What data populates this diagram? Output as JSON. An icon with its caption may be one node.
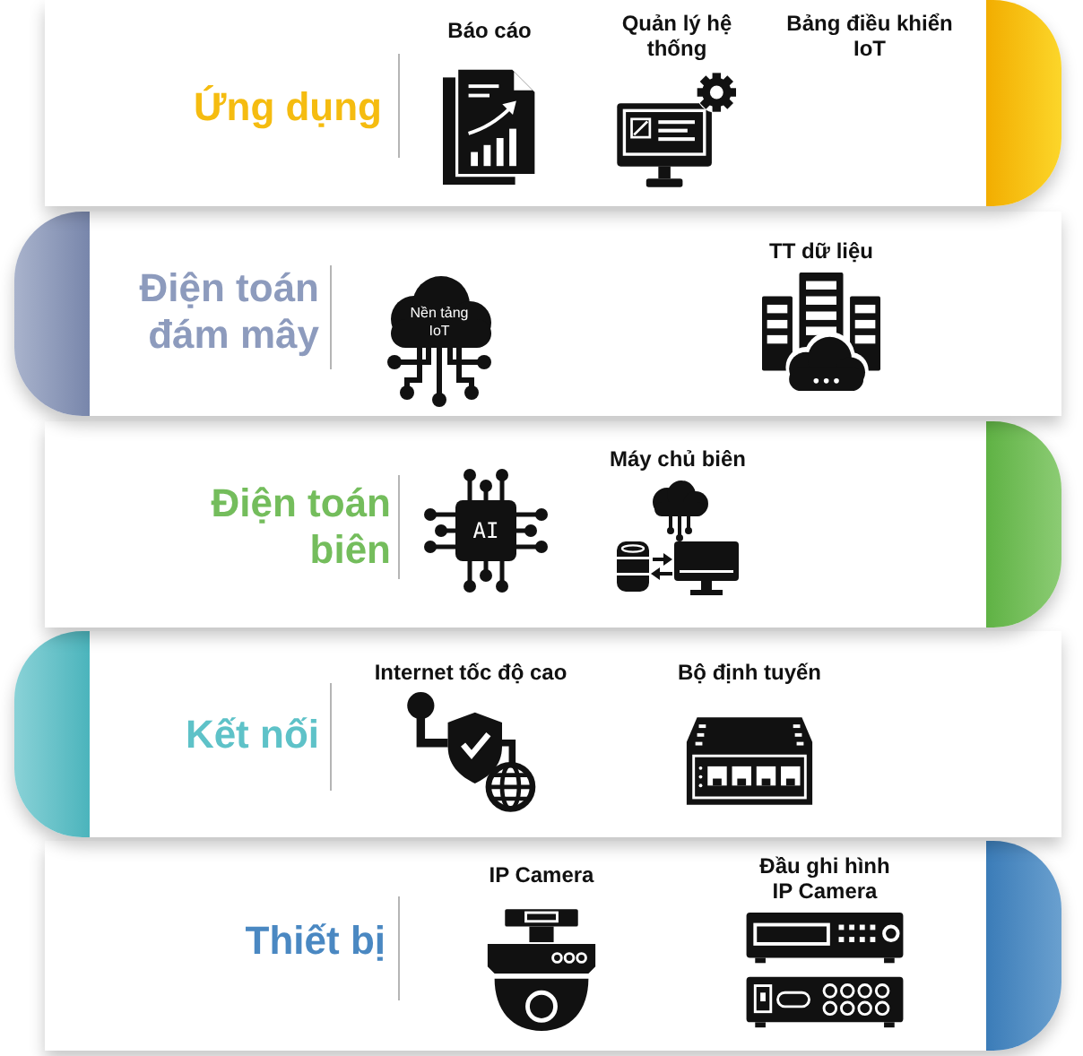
{
  "diagram": {
    "nodes": [
      {
        "text": [
          "Ứng dụng"
        ]
      },
      {
        "text": [
          "Báo cáo"
        ],
        "in": 0
      },
      {
        "text": [
          "Quản lý hệ thống"
        ],
        "in": 0
      },
      {
        "text": [
          "Bảng điều khiển IoT"
        ],
        "in": 0
      },
      {
        "text": [
          "Điện toán đám mây"
        ]
      },
      {
        "text": [
          "Nền tảng IoT"
        ],
        "in": 4
      },
      {
        "text": [
          "TT dữ liệu"
        ],
        "in": 4
      },
      {
        "text": [
          "Điện toán biên"
        ]
      },
      {
        "text": [
          "AI"
        ],
        "in": 7
      },
      {
        "text": [
          "Máy chủ biên"
        ],
        "in": 7
      },
      {
        "text": [
          "Kết nối"
        ]
      },
      {
        "text": [
          "Internet tốc độ cao"
        ],
        "in": 10
      },
      {
        "text": [
          "Bộ định tuyến"
        ],
        "in": 10
      },
      {
        "text": [
          "Thiết bị"
        ]
      },
      {
        "text": [
          "IP Camera"
        ],
        "in": 13
      },
      {
        "text": [
          "Đầu ghi hình IP Camera"
        ],
        "in": 13
      }
    ]
  }
}
